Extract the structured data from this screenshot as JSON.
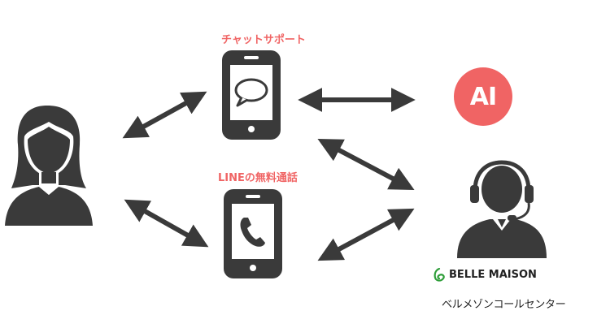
{
  "labels": {
    "chat_support": "チャットサポート",
    "line_call": "LINEの無料通話",
    "ai": "AI",
    "brand": "BELLE MAISON",
    "call_center": "ベルメゾンコールセンター"
  },
  "colors": {
    "accent_red": "#f06464",
    "icon_dark": "#3a3a3a",
    "brand_green": "#2f9e3a"
  },
  "icons": [
    "user-icon",
    "chat-phone-icon",
    "call-phone-icon",
    "ai-badge",
    "operator-icon",
    "belle-maison-logo-icon"
  ]
}
